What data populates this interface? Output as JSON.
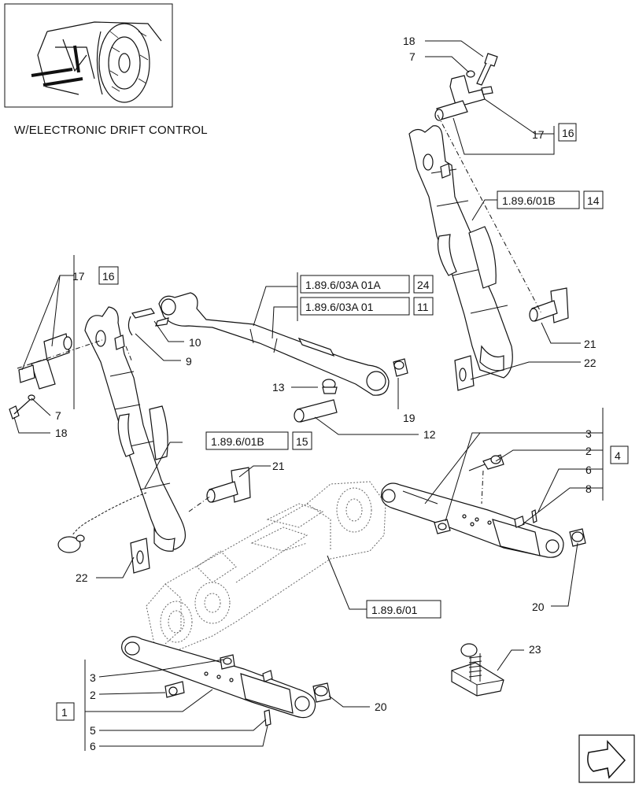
{
  "caption": "W/ELECTRONIC DRIFT CONTROL",
  "labels": {
    "r18": "18",
    "r7": "7",
    "r17": "17",
    "r16": "16",
    "ref_top": "1.89.6/01B",
    "r14": "14",
    "r21": "21",
    "r22": "22",
    "l17": "17",
    "l16": "16",
    "ref_24": "1.89.6/03A 01A",
    "n24": "24",
    "ref_11": "1.89.6/03A 01",
    "n11": "11",
    "n10": "10",
    "n9": "9",
    "n13": "13",
    "n19": "19",
    "n12": "12",
    "l7": "7",
    "l18": "18",
    "ref_15": "1.89.6/01B",
    "n15": "15",
    "m21": "21",
    "m22": "22",
    "n3": "3",
    "n2": "2",
    "n4": "4",
    "n6": "6",
    "n8": "8",
    "ref_main": "1.89.6/01",
    "n20": "20",
    "b3": "3",
    "b2": "2",
    "b1": "1",
    "b5": "5",
    "b6": "6",
    "b20": "20",
    "n23": "23"
  },
  "icons": [
    "tractor-thumbnail",
    "next-page-arrow-icon"
  ]
}
